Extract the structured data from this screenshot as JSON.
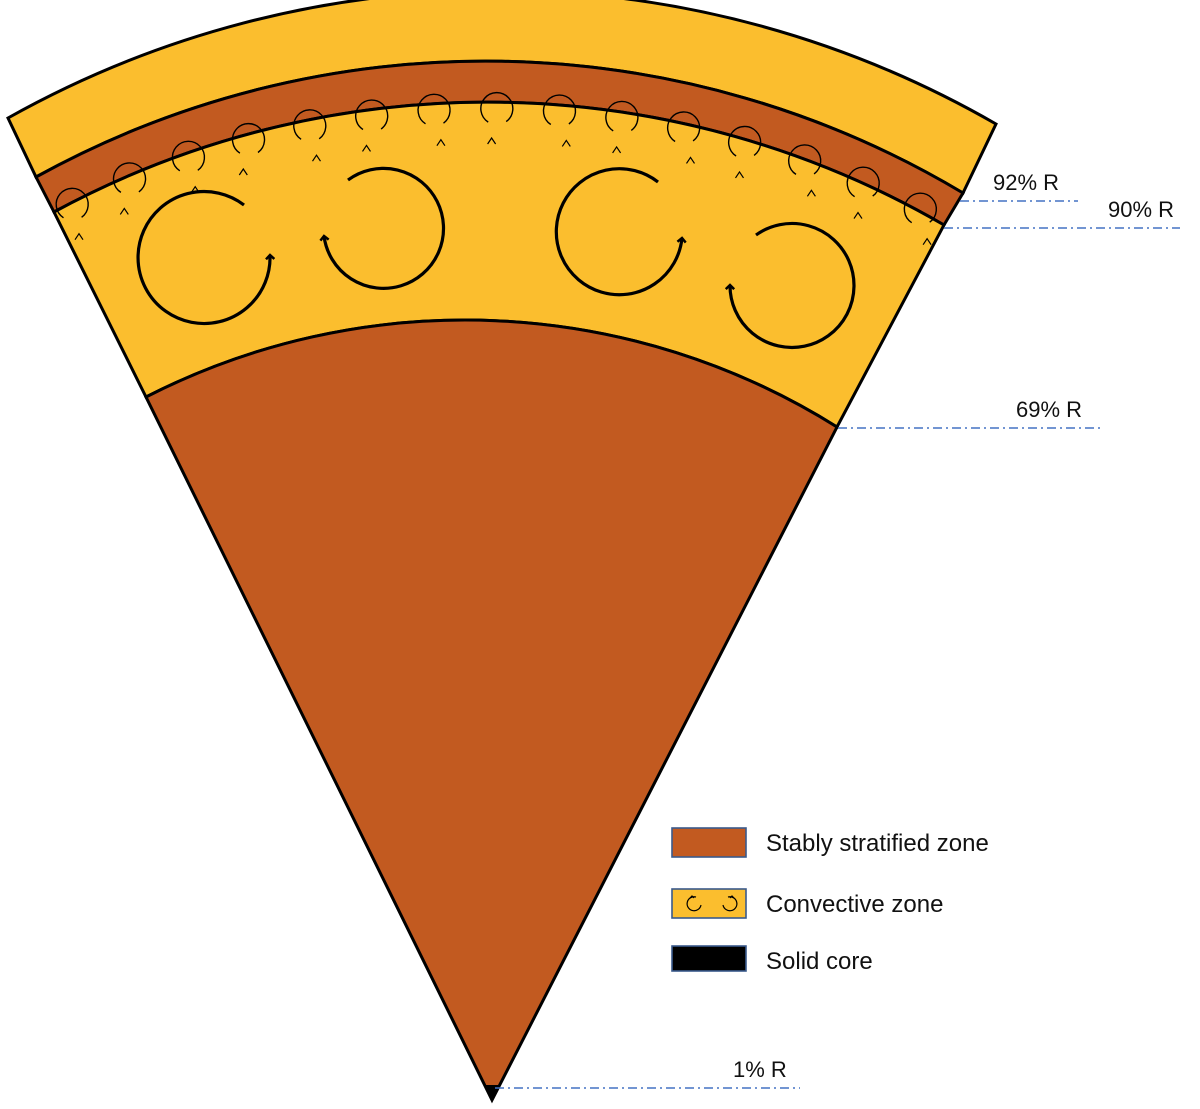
{
  "colors": {
    "stable": "#C25A20",
    "convective": "#FBBE2E",
    "core": "#000000",
    "outline": "#000000",
    "guide": "#4472C4",
    "legend_border": "#3A5A8C"
  },
  "radius_labels": [
    {
      "id": "r92",
      "text": "92% R"
    },
    {
      "id": "r90",
      "text": "90% R"
    },
    {
      "id": "r69",
      "text": "69% R"
    },
    {
      "id": "r1",
      "text": "1% R"
    }
  ],
  "legend": [
    {
      "id": "stable",
      "label": "Stably stratified zone",
      "swatch": "stable-swatch"
    },
    {
      "id": "convective",
      "label": "Convective zone",
      "swatch": "convective-swatch"
    },
    {
      "id": "core",
      "label": "Solid core",
      "swatch": "core-swatch"
    }
  ]
}
